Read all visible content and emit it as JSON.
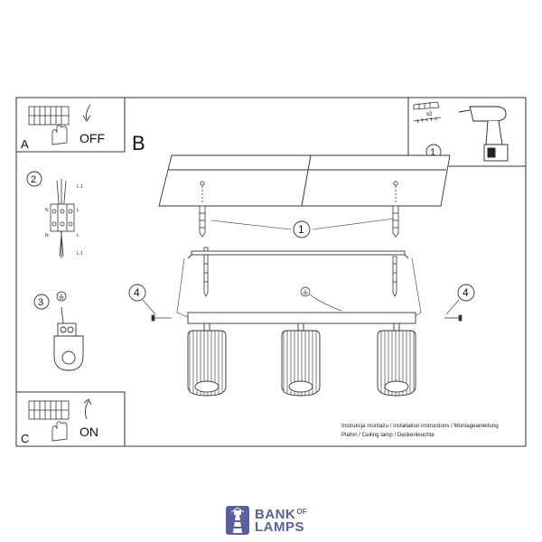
{
  "panels": {
    "a": {
      "letter": "A",
      "action": "OFF"
    },
    "b": {
      "letter": "B"
    },
    "c": {
      "letter": "C",
      "action": "ON"
    }
  },
  "steps": {
    "one": "1",
    "two": "2",
    "three": "3",
    "four": "4"
  },
  "tools": {
    "quantity": "x2"
  },
  "wiring": {
    "l1": "L 1",
    "l": "L",
    "n": "N"
  },
  "info": {
    "line1": "Instrukcja montażu / installation instructions / Montageanleitung",
    "line2": "Plafon / Ceiling lamp / Deckenleuchte"
  },
  "brand": {
    "name_top": "BANK",
    "name_of": "OF",
    "name_bottom": "LAMPS"
  },
  "colors": {
    "brand": "#5b5f9c",
    "ink": "#111111",
    "frame": "#333333"
  }
}
